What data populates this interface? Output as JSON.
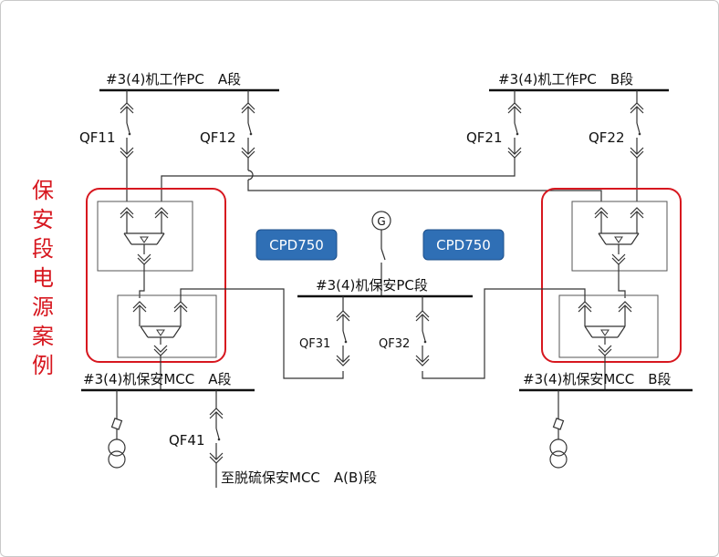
{
  "title_side": [
    "保",
    "安",
    "段",
    "电",
    "源",
    "案",
    "例"
  ],
  "buses": {
    "pc_a": "#3(4)机工作PC　A段",
    "pc_b": "#3(4)机工作PC　B段",
    "pc_safe": "#3(4)机保安PC段",
    "mcc_a": "#3(4)机保安MCC　A段",
    "mcc_b": "#3(4)机保安MCC　B段"
  },
  "breakers": {
    "qf11": "QF11",
    "qf12": "QF12",
    "qf21": "QF21",
    "qf22": "QF22",
    "qf31": "QF31",
    "qf32": "QF32",
    "qf41": "QF41"
  },
  "cpd": {
    "left": "CPD750",
    "right": "CPD750"
  },
  "generator": "G",
  "feeder_label": "至脱硫保安MCC　A(B)段",
  "colors": {
    "highlight": "#d7171f",
    "cpd_fill": "#2f6fb5"
  }
}
